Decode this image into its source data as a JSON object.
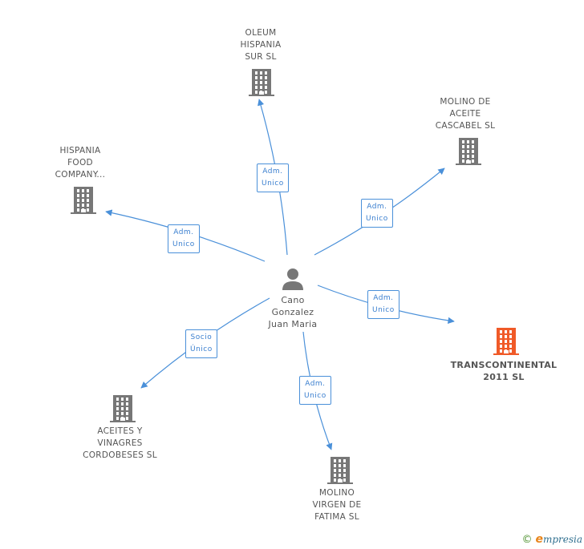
{
  "colors": {
    "edge": "#4a90d9",
    "building": "#777777",
    "building_highlight": "#f05a28",
    "person": "#777777"
  },
  "center": {
    "name": "Cano\nGonzalez\nJuan Maria",
    "icon": "person-icon"
  },
  "nodes": [
    {
      "id": "oleum",
      "name": "OLEUM\nHISPANIA\nSUR SL",
      "icon": "building-icon",
      "highlight": false
    },
    {
      "id": "molino-aceite",
      "name": "MOLINO DE\nACEITE\nCASCABEL SL",
      "icon": "building-icon",
      "highlight": false
    },
    {
      "id": "hispania-food",
      "name": "HISPANIA\nFOOD\nCOMPANY...",
      "icon": "building-icon",
      "highlight": false
    },
    {
      "id": "transcontinental",
      "name": "TRANSCONTINENTAL\n2011 SL",
      "icon": "building-icon",
      "highlight": true
    },
    {
      "id": "aceites",
      "name": "ACEITES Y\nVINAGRES\nCORDOBESES SL",
      "icon": "building-icon",
      "highlight": false
    },
    {
      "id": "molino-virgen",
      "name": "MOLINO\nVIRGEN DE\nFATIMA SL",
      "icon": "building-icon",
      "highlight": false
    }
  ],
  "edges": [
    {
      "to": "oleum",
      "label": "Adm.\nUnico"
    },
    {
      "to": "molino-aceite",
      "label": "Adm.\nUnico"
    },
    {
      "to": "hispania-food",
      "label": "Adm.\nUnico"
    },
    {
      "to": "transcontinental",
      "label": "Adm.\nUnico"
    },
    {
      "to": "aceites",
      "label": "Socio\nÚnico"
    },
    {
      "to": "molino-virgen",
      "label": "Adm.\nUnico"
    }
  ],
  "footer": {
    "copyright": "©",
    "brand_e": "e",
    "brand_rest": "mpresia"
  }
}
